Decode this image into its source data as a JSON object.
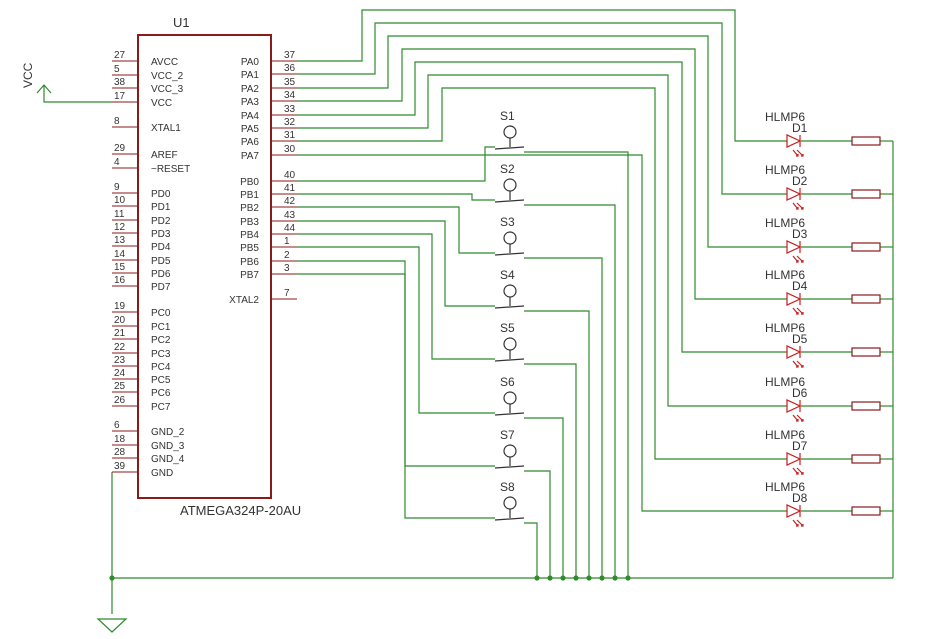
{
  "chip": {
    "ref": "U1",
    "part": "ATMEGA324P-20AU",
    "left_pins": [
      {
        "num": "27",
        "name": "AVCC"
      },
      {
        "num": "5",
        "name": "VCC_2"
      },
      {
        "num": "38",
        "name": "VCC_3"
      },
      {
        "num": "17",
        "name": "VCC"
      },
      {
        "num": "8",
        "name": "XTAL1"
      },
      {
        "num": "29",
        "name": "AREF"
      },
      {
        "num": "4",
        "name": "~RESET"
      },
      {
        "num": "9",
        "name": "PD0"
      },
      {
        "num": "10",
        "name": "PD1"
      },
      {
        "num": "11",
        "name": "PD2"
      },
      {
        "num": "12",
        "name": "PD3"
      },
      {
        "num": "13",
        "name": "PD4"
      },
      {
        "num": "14",
        "name": "PD5"
      },
      {
        "num": "15",
        "name": "PD6"
      },
      {
        "num": "16",
        "name": "PD7"
      },
      {
        "num": "19",
        "name": "PC0"
      },
      {
        "num": "20",
        "name": "PC1"
      },
      {
        "num": "21",
        "name": "PC2"
      },
      {
        "num": "22",
        "name": "PC3"
      },
      {
        "num": "23",
        "name": "PC4"
      },
      {
        "num": "24",
        "name": "PC5"
      },
      {
        "num": "25",
        "name": "PC6"
      },
      {
        "num": "26",
        "name": "PC7"
      },
      {
        "num": "6",
        "name": "GND_2"
      },
      {
        "num": "18",
        "name": "GND_3"
      },
      {
        "num": "28",
        "name": "GND_4"
      },
      {
        "num": "39",
        "name": "GND"
      }
    ],
    "right_pins": [
      {
        "num": "37",
        "name": "PA0"
      },
      {
        "num": "36",
        "name": "PA1"
      },
      {
        "num": "35",
        "name": "PA2"
      },
      {
        "num": "34",
        "name": "PA3"
      },
      {
        "num": "33",
        "name": "PA4"
      },
      {
        "num": "32",
        "name": "PA5"
      },
      {
        "num": "31",
        "name": "PA6"
      },
      {
        "num": "30",
        "name": "PA7"
      },
      {
        "num": "40",
        "name": "PB0"
      },
      {
        "num": "41",
        "name": "PB1"
      },
      {
        "num": "42",
        "name": "PB2"
      },
      {
        "num": "43",
        "name": "PB3"
      },
      {
        "num": "44",
        "name": "PB4"
      },
      {
        "num": "1",
        "name": "PB5"
      },
      {
        "num": "2",
        "name": "PB6"
      },
      {
        "num": "3",
        "name": "PB7"
      },
      {
        "num": "7",
        "name": "XTAL2"
      }
    ]
  },
  "power": {
    "vcc_label": "VCC"
  },
  "switches": [
    "S1",
    "S2",
    "S3",
    "S4",
    "S5",
    "S6",
    "S7",
    "S8"
  ],
  "leds": [
    {
      "ref": "D1",
      "value": "HLMP6"
    },
    {
      "ref": "D2",
      "value": "HLMP6"
    },
    {
      "ref": "D3",
      "value": "HLMP6"
    },
    {
      "ref": "D4",
      "value": "HLMP6"
    },
    {
      "ref": "D5",
      "value": "HLMP6"
    },
    {
      "ref": "D6",
      "value": "HLMP6"
    },
    {
      "ref": "D7",
      "value": "HLMP6"
    },
    {
      "ref": "D8",
      "value": "HLMP6"
    }
  ],
  "colors": {
    "wire": "#2e8b2e",
    "component": "#8b1a1a",
    "led": "#c81e1e",
    "text": "#333333"
  }
}
